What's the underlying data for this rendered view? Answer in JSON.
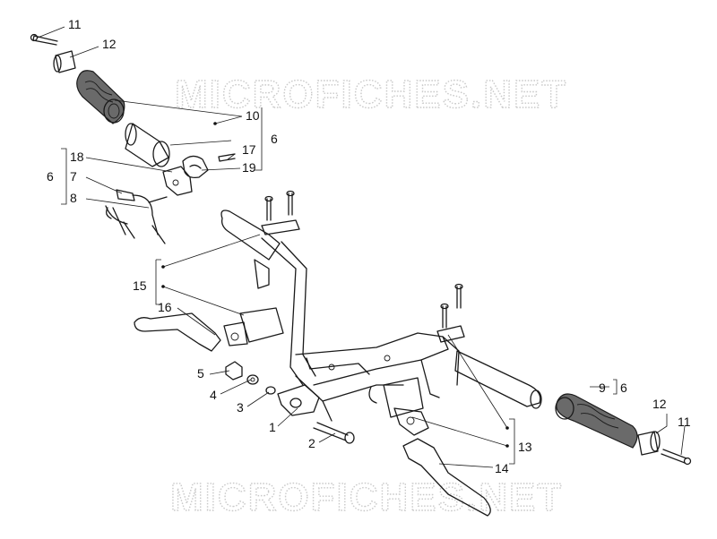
{
  "watermark": {
    "text": "MICROFICHES.NET"
  },
  "callouts": [
    {
      "id": "c11a",
      "text": "11"
    },
    {
      "id": "c12a",
      "text": "12"
    },
    {
      "id": "c10",
      "text": "10"
    },
    {
      "id": "c6a",
      "text": "6"
    },
    {
      "id": "c17",
      "text": "17"
    },
    {
      "id": "c19",
      "text": "19"
    },
    {
      "id": "c18",
      "text": "18"
    },
    {
      "id": "c7",
      "text": "7"
    },
    {
      "id": "c6b",
      "text": "6"
    },
    {
      "id": "c8",
      "text": "8"
    },
    {
      "id": "c15",
      "text": "15"
    },
    {
      "id": "c16",
      "text": "16"
    },
    {
      "id": "c5",
      "text": "5"
    },
    {
      "id": "c4",
      "text": "4"
    },
    {
      "id": "c3",
      "text": "3"
    },
    {
      "id": "c1",
      "text": "1"
    },
    {
      "id": "c2",
      "text": "2"
    },
    {
      "id": "c9",
      "text": "9"
    },
    {
      "id": "c6c",
      "text": "6"
    },
    {
      "id": "c12b",
      "text": "12"
    },
    {
      "id": "c11b",
      "text": "11"
    },
    {
      "id": "c13",
      "text": "13"
    },
    {
      "id": "c14",
      "text": "14"
    }
  ]
}
